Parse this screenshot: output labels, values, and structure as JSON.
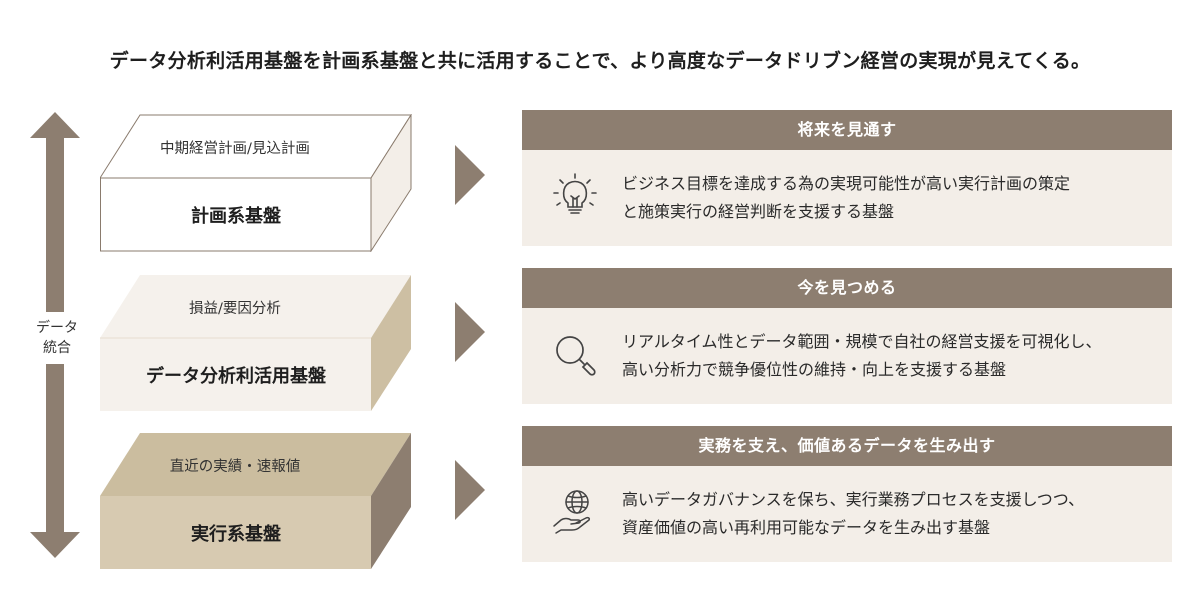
{
  "headline": "データ分析利活用基盤を計画系基盤と共に活用することで、より高度なデータドリブン経営の実現が見えてくる。",
  "side_axis": {
    "label_line1": "データ",
    "label_line2": "統合"
  },
  "blocks": [
    {
      "top_label": "中期経営計画/見込計画",
      "front_label": "計画系基盤",
      "top_color": "#ffffff",
      "front_color": "#ffffff",
      "side_color": "#f3eee8",
      "stroke": "#8a7b6d"
    },
    {
      "top_label": "損益/要因分析",
      "front_label": "データ分析利活用基盤",
      "top_color": "#f5f1ec",
      "front_color": "#f5f1ec",
      "side_color": "#cdbfa3",
      "stroke": "none"
    },
    {
      "top_label": "直近の実績・速報値",
      "front_label": "実行系基盤",
      "top_color": "#cbbd9f",
      "front_color": "#d7cab1",
      "side_color": "#8d7e70",
      "stroke": "none"
    }
  ],
  "panels": [
    {
      "heading": "将来を見通す",
      "icon": "lightbulb-icon",
      "line1": "ビジネス目標を達成する為の実現可能性が高い実行計画の策定",
      "line2": "と施策実行の経営判断を支援する基盤"
    },
    {
      "heading": "今を見つめる",
      "icon": "magnifier-icon",
      "line1": "リアルタイム性とデータ範囲・規模で自社の経営支援を可視化し、",
      "line2": "高い分析力で競争優位性の維持・向上を支援する基盤"
    },
    {
      "heading": "実務を支え、価値あるデータを生み出す",
      "icon": "globe-hand-icon",
      "line1": "高いデータガバナンスを保ち、実行業務プロセスを支援しつつ、",
      "line2": "資産価値の高い再利用可能なデータを生み出す基盤"
    }
  ],
  "colors": {
    "brown": "#8d7e70",
    "panel_bg": "#f3eee8"
  }
}
